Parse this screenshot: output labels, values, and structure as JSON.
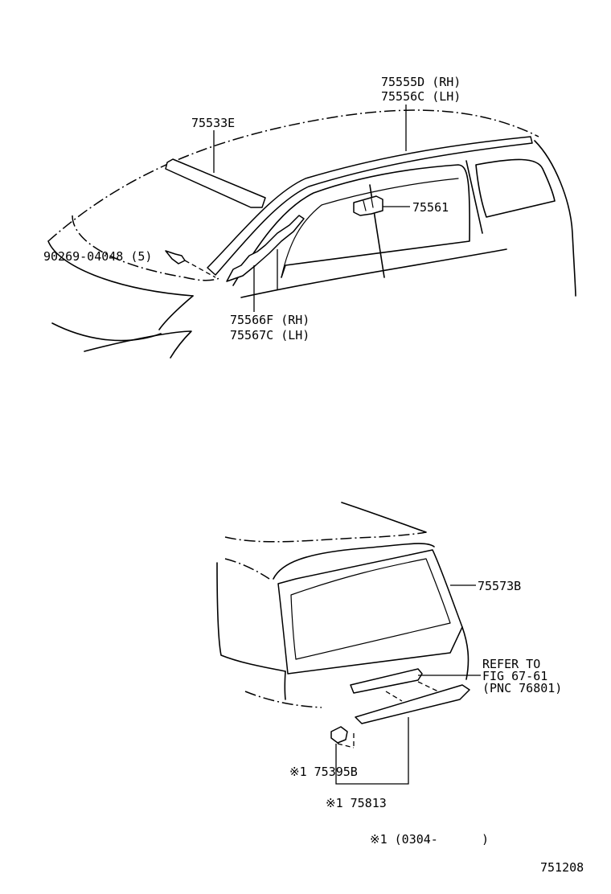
{
  "labels": {
    "p75555d": "75555D (RH)",
    "p75556c": "75556C (LH)",
    "p75533e": "75533E",
    "p75561": "75561",
    "p90269": "90269-04048 (5)",
    "p75566f": "75566F (RH)",
    "p75567c": "75567C (LH)",
    "p75573b": "75573B",
    "refer1": "REFER TO",
    "refer2": "FIG 67-61",
    "refer3": "(PNC 76801)",
    "p75395b": "※1 75395B",
    "p75813": "※1 75813",
    "note": "※1 (0304-      )",
    "figno": "751208"
  }
}
